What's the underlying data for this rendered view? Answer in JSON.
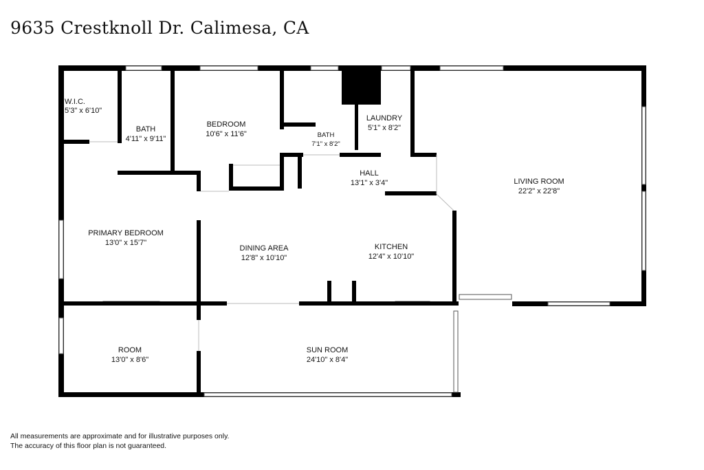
{
  "title": "9635 Crestknoll Dr. Calimesa, CA",
  "rooms": [
    {
      "name": "W.I.C.",
      "dims": "5'3\" x 6'10\""
    },
    {
      "name": "BATH",
      "dims": "4'11\" x 9'11\""
    },
    {
      "name": "BEDROOM",
      "dims": "10'6\" x 11'6\""
    },
    {
      "name": "BATH",
      "dims": "7'1\" x 8'2\""
    },
    {
      "name": "LAUNDRY",
      "dims": "5'1\" x 8'2\""
    },
    {
      "name": "HALL",
      "dims": "13'1\" x 3'4\""
    },
    {
      "name": "LIVING ROOM",
      "dims": "22'2\" x 22'8\""
    },
    {
      "name": "PRIMARY BEDROOM",
      "dims": "13'0\" x 15'7\""
    },
    {
      "name": "DINING AREA",
      "dims": "12'8\" x 10'10\""
    },
    {
      "name": "KITCHEN",
      "dims": "12'4\" x 10'10\""
    },
    {
      "name": "ROOM",
      "dims": "13'0\" x 8'6\""
    },
    {
      "name": "SUN ROOM",
      "dims": "24'10\" x 8'4\""
    }
  ],
  "disclaimer": {
    "line1": "All measurements are approximate and for illustrative purposes only.",
    "line2": "The accuracy of this floor plan is not guaranteed."
  }
}
